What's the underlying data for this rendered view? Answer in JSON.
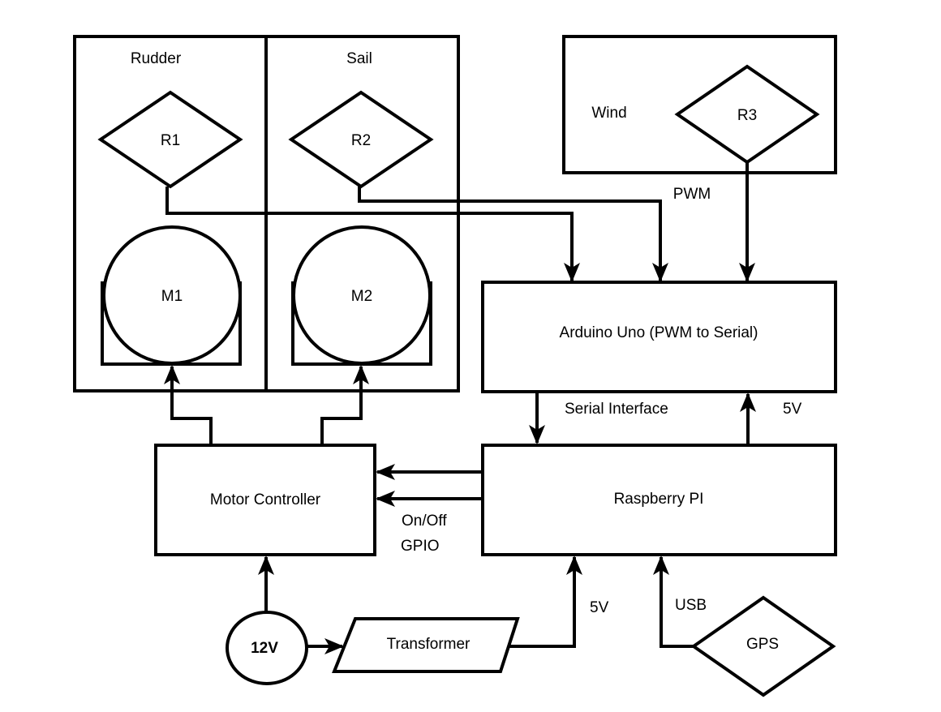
{
  "diagram": {
    "type": "block-diagram",
    "description": "Sailboat control system block diagram",
    "background_color": "#ffffff",
    "stroke_color": "#000000",
    "groups": {
      "rudder": {
        "label": "Rudder"
      },
      "sail": {
        "label": "Sail"
      },
      "wind": {
        "label": "Wind"
      }
    },
    "nodes": {
      "r1": {
        "label": "R1",
        "shape": "diamond"
      },
      "r2": {
        "label": "R2",
        "shape": "diamond"
      },
      "r3": {
        "label": "R3",
        "shape": "diamond"
      },
      "m1": {
        "label": "M1",
        "shape": "motor-circle"
      },
      "m2": {
        "label": "M2",
        "shape": "motor-circle"
      },
      "arduino": {
        "label": "Arduino Uno (PWM to Serial)",
        "shape": "rect"
      },
      "raspberry_pi": {
        "label": "Raspberry PI",
        "shape": "rect"
      },
      "motor_controller": {
        "label": "Motor Controller",
        "shape": "rect"
      },
      "battery_12v": {
        "label": "12V",
        "shape": "circle"
      },
      "transformer": {
        "label": "Transformer",
        "shape": "parallelogram"
      },
      "gps": {
        "label": "GPS",
        "shape": "diamond"
      }
    },
    "edge_labels": {
      "pwm": "PWM",
      "serial_interface": "Serial Interface",
      "arduino_5v": "5V",
      "on_off": "On/Off",
      "gpio": "GPIO",
      "pi_5v": "5V",
      "usb": "USB"
    }
  }
}
